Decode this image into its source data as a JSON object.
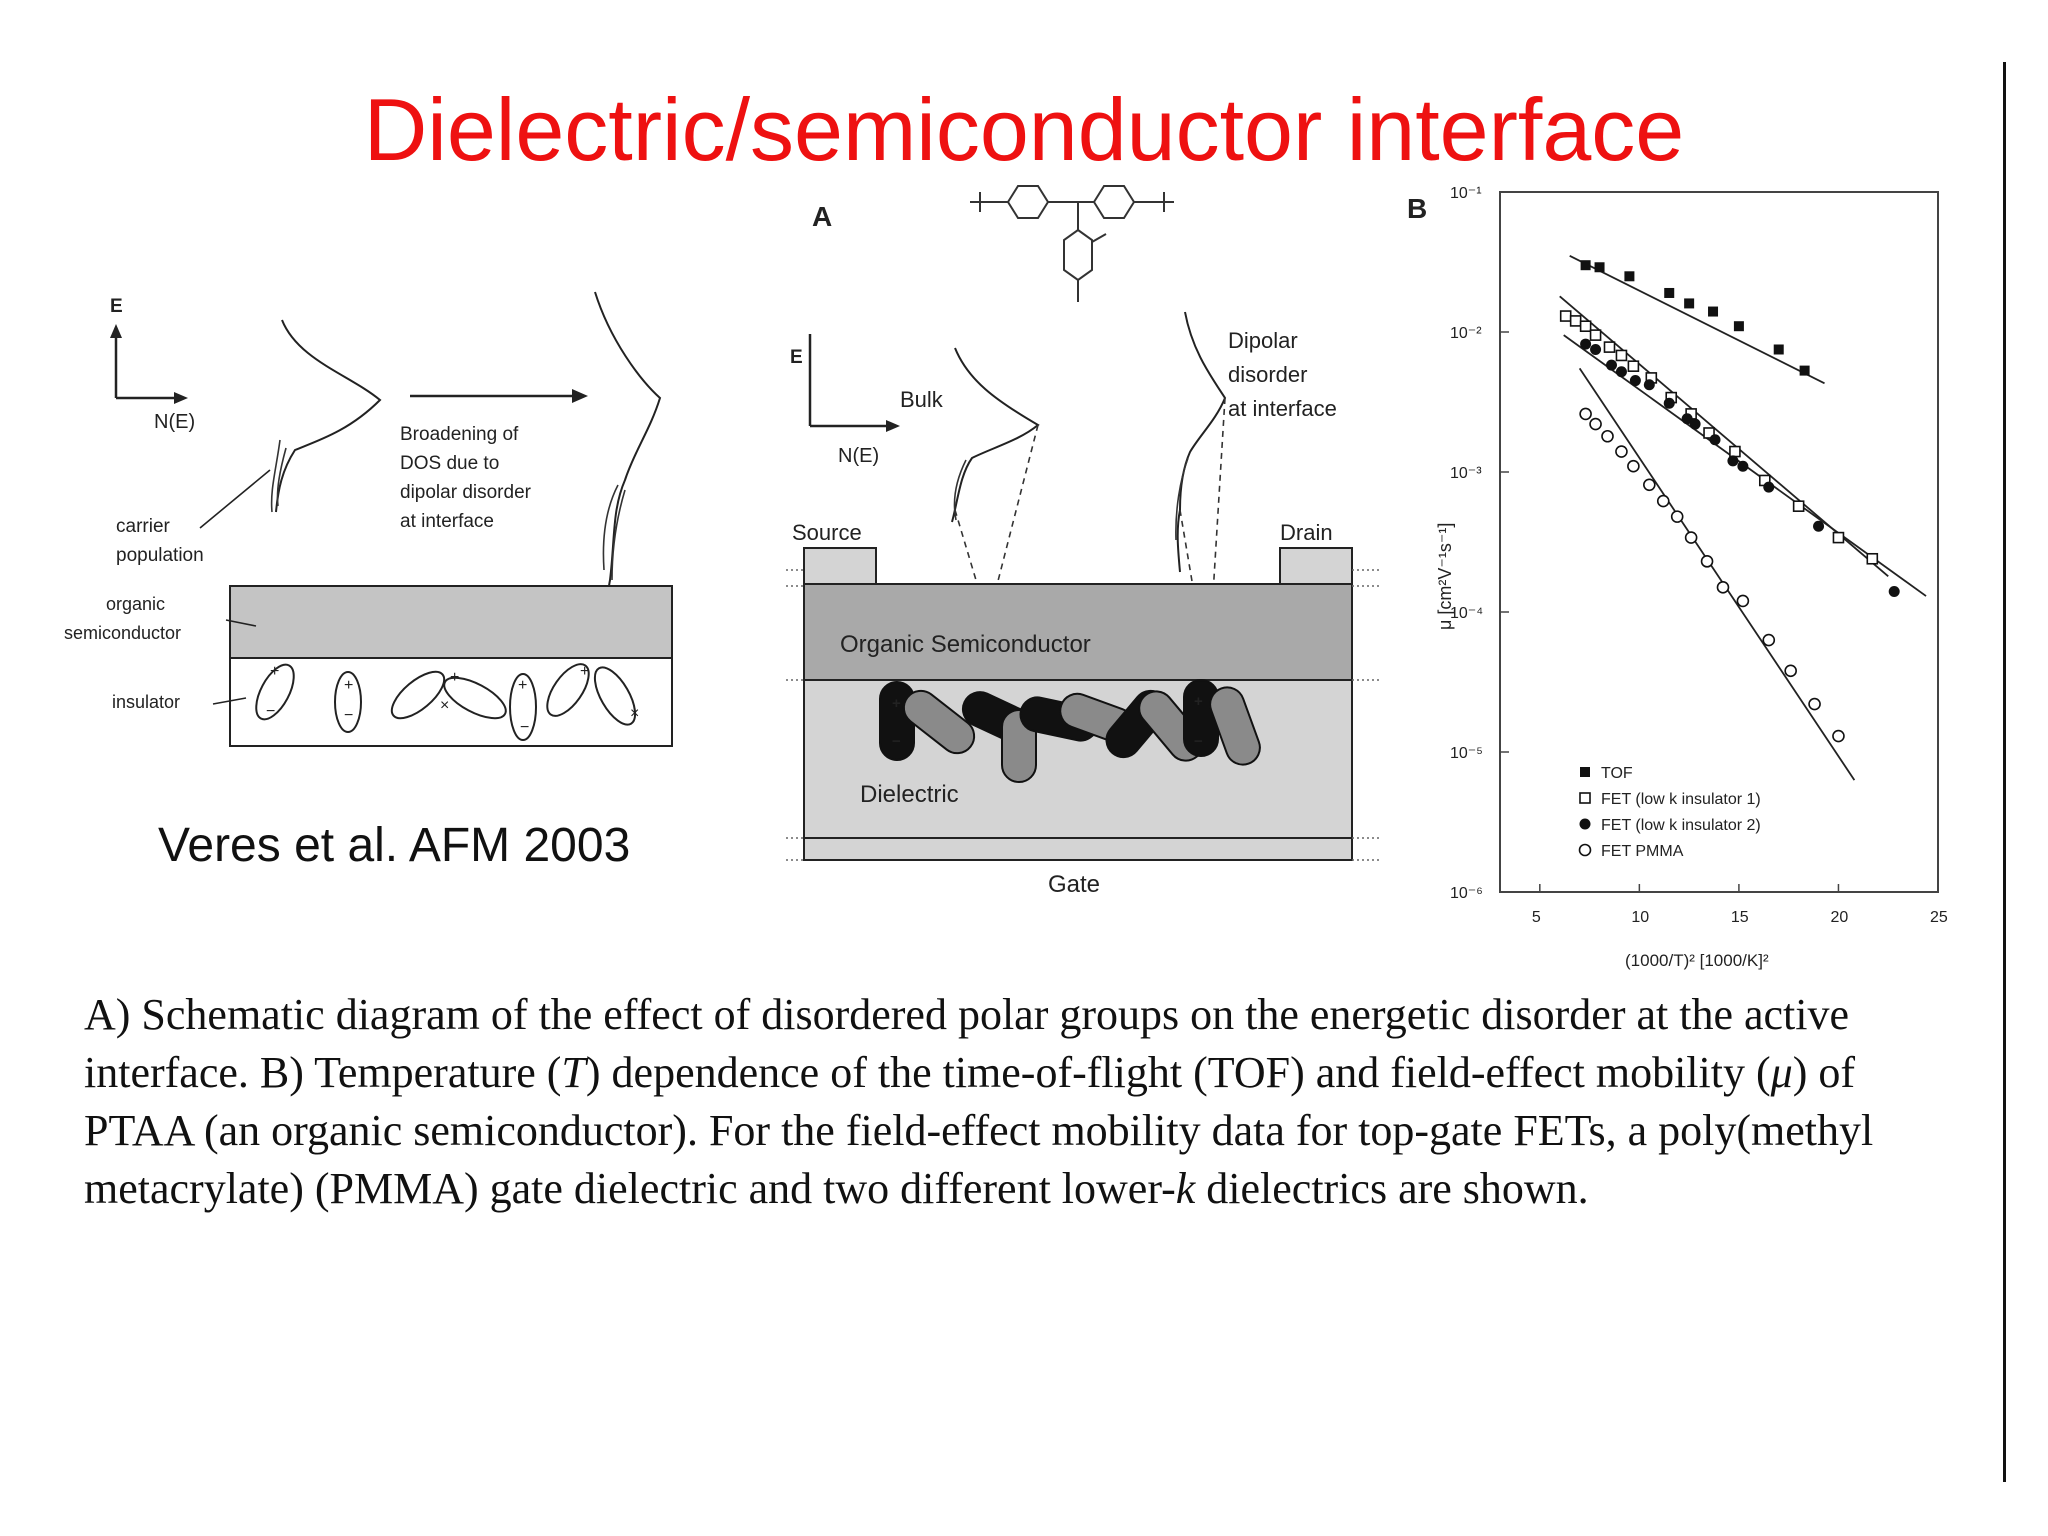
{
  "slide": {
    "title": "Dielectric/semiconductor interface"
  },
  "left_figure": {
    "axis_e": "E",
    "axis_ne": "N(E)",
    "broadening_lines": [
      "Broadening of",
      "DOS due to",
      "dipolar disorder",
      "at interface"
    ],
    "carrier_lines": [
      "carrier",
      "population"
    ],
    "organic_lines": [
      "organic",
      "semiconductor"
    ],
    "insulator": "insulator"
  },
  "citation": "Veres et al. AFM 2003",
  "panel_a": {
    "label": "A",
    "axis_e": "E",
    "axis_ne": "N(E)",
    "bulk": "Bulk",
    "dipolar_lines": [
      "Dipolar",
      "disorder",
      "at interface"
    ],
    "source": "Source",
    "drain": "Drain",
    "organic_semiconductor": "Organic Semiconductor",
    "dielectric": "Dielectric",
    "gate": "Gate"
  },
  "panel_b": {
    "label": "B"
  },
  "chart_data": {
    "type": "scatter",
    "xlabel": "(1000/T)² [1000/K]²",
    "ylabel": "μ [cm²V⁻¹s⁻¹]",
    "xlim": [
      3,
      25
    ],
    "ylim": [
      1e-06,
      0.1
    ],
    "y_scale": "log",
    "x_ticks": [
      "5",
      "10",
      "15",
      "20",
      "25"
    ],
    "y_ticks": [
      "10⁻¹",
      "10⁻²",
      "10⁻³",
      "10⁻⁴",
      "10⁻⁵",
      "10⁻⁶"
    ],
    "legend_position": "bottom-left",
    "series": [
      {
        "name": "TOF",
        "marker": "filled-square",
        "x": [
          7.3,
          8,
          9.5,
          11.5,
          12.5,
          13.7,
          15,
          17,
          18.3
        ],
        "y": [
          0.03,
          0.029,
          0.025,
          0.019,
          0.016,
          0.014,
          0.011,
          0.0075,
          0.0053
        ]
      },
      {
        "name": "FET (low k insulator 1)",
        "marker": "open-square",
        "x": [
          6.3,
          6.8,
          7.3,
          7.8,
          8.5,
          9.1,
          9.7,
          10.6,
          11.6,
          12.6,
          13.5,
          14.8,
          16.3,
          18,
          20,
          21.7
        ],
        "y": [
          0.013,
          0.012,
          0.011,
          0.0095,
          0.0078,
          0.0068,
          0.0057,
          0.0047,
          0.0034,
          0.0026,
          0.0019,
          0.0014,
          0.00087,
          0.00057,
          0.00034,
          0.00024
        ]
      },
      {
        "name": "FET (low k insulator 2)",
        "marker": "filled-circle",
        "x": [
          7.3,
          7.8,
          8.6,
          9.1,
          9.8,
          10.5,
          11.5,
          12.4,
          12.8,
          13.8,
          14.7,
          15.2,
          16.5,
          19,
          22.8
        ],
        "y": [
          0.0082,
          0.0075,
          0.0058,
          0.0052,
          0.0045,
          0.0042,
          0.0031,
          0.0024,
          0.0022,
          0.0017,
          0.0012,
          0.0011,
          0.00078,
          0.00041,
          0.00014
        ]
      },
      {
        "name": "FET PMMA",
        "marker": "open-circle",
        "x": [
          7.3,
          7.8,
          8.4,
          9.1,
          9.7,
          10.5,
          11.2,
          11.9,
          12.6,
          13.4,
          14.2,
          15.2,
          16.5,
          17.6,
          18.8,
          20
        ],
        "y": [
          0.0026,
          0.0022,
          0.0018,
          0.0014,
          0.0011,
          0.00081,
          0.00062,
          0.00048,
          0.00034,
          0.00023,
          0.00015,
          0.00012,
          6.3e-05,
          3.8e-05,
          2.2e-05,
          1.3e-05
        ]
      }
    ],
    "fit_lines": [
      {
        "x": [
          6.5,
          19.3
        ],
        "y": [
          0.035,
          0.0043
        ]
      },
      {
        "x": [
          6,
          22.5
        ],
        "y": [
          0.018,
          0.00018
        ]
      },
      {
        "x": [
          6.2,
          24.4
        ],
        "y": [
          0.0095,
          0.00013
        ]
      },
      {
        "x": [
          7,
          20.8
        ],
        "y": [
          0.0055,
          6.3e-06
        ]
      }
    ]
  },
  "caption": {
    "s1": "A) Schematic diagram of the effect of disordered polar groups on the energetic disorder at the active interface. B) Temperature (",
    "t": "T",
    "s2": ") dependence of the time-of-flight (TOF) and field-effect mobility (",
    "mu": "μ",
    "s3": ") of PTAA (an organic semiconductor). For the field-effect mobility data for top-gate FETs, a poly(methyl metacrylate) (PMMA) gate dielectric and two different lower-",
    "k": "k",
    "s4": " dielectrics are shown."
  }
}
